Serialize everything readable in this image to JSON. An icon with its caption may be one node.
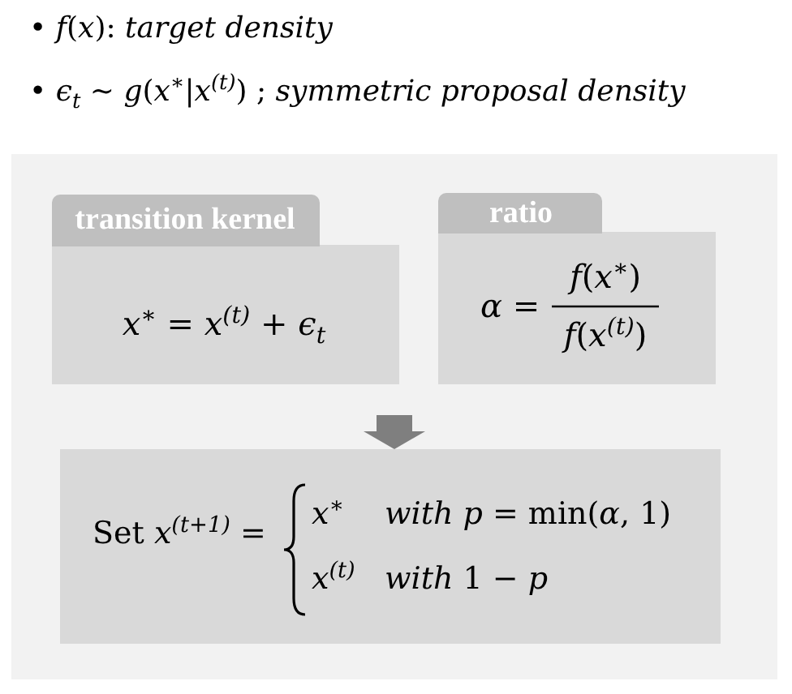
{
  "diagram": {
    "nodes": [
      {
        "text": [],
        "shape": "box"
      },
      {
        "text": [
          "transition kernel",
          "*x*$^{∗}$ = *x*$^{(t)}$ + *ϵ*$_{t}$"
        ],
        "in": 0
      },
      {
        "text": [
          "ratio",
          "*α* =",
          "*f*(*x*$^{∗}$)",
          "*f*(*x*$^{(t)}$)"
        ],
        "in": 0
      },
      {
        "text": [
          "Set *x*$^{(t+1)}$ =",
          "*x*$^{∗}$",
          "*with p* = min(*α*, 1)",
          "*x*$^{(t)}$",
          "*with* 1 − *p*"
        ],
        "in": 0
      }
    ],
    "edges": [
      {
        "from": null,
        "to": 3,
        "arrow": "to"
      }
    ],
    "labels": [
      "• *f*(*x*): *target density*",
      "• *ϵ*$_{t}$ ~ *g*(*x*$^{∗}$|*x*$^{(t)}$) ; *symmetric proposal density*"
    ]
  }
}
